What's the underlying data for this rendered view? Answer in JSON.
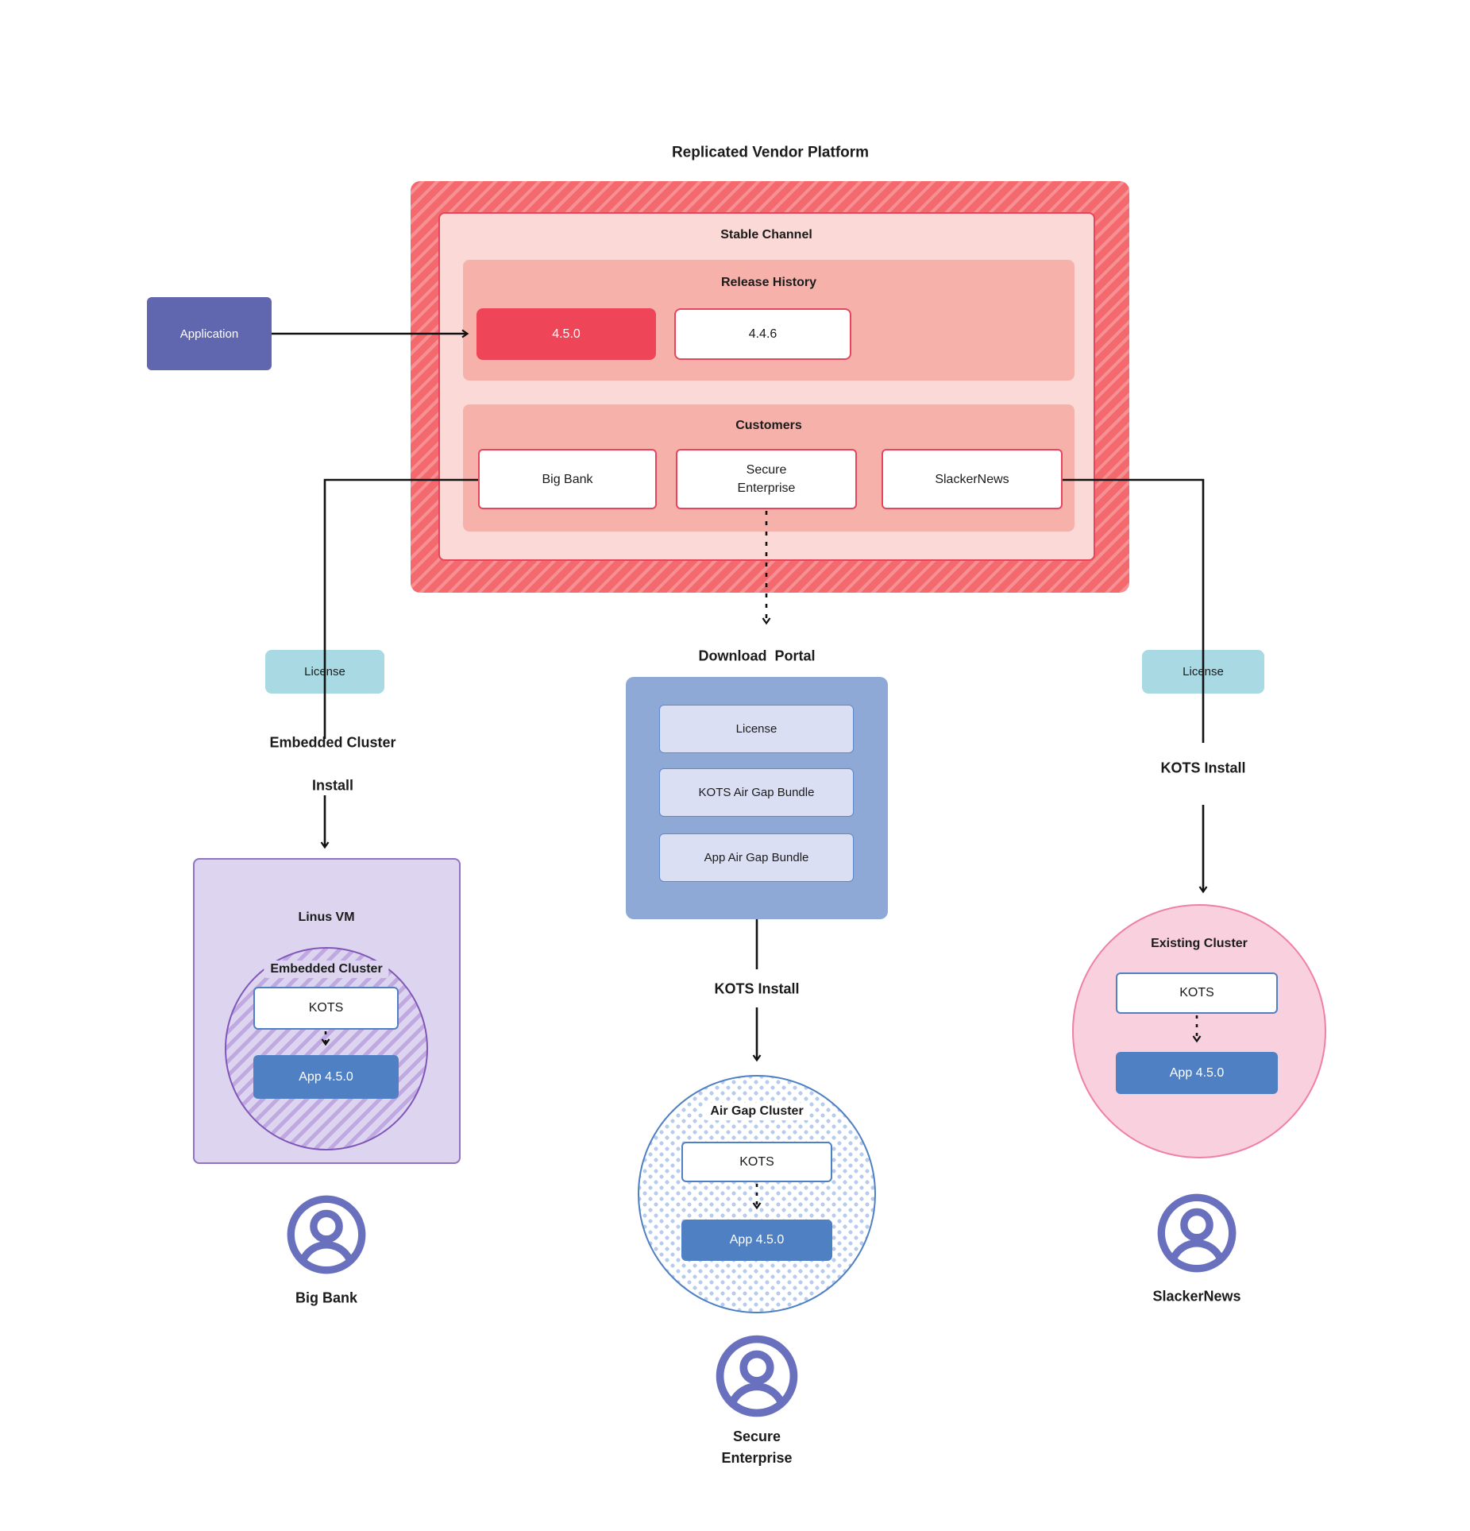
{
  "title": "Replicated Vendor Platform",
  "platform": {
    "stable_channel": "Stable Channel",
    "release_history": {
      "label": "Release History",
      "current": "4.5.0",
      "previous": "4.4.6"
    },
    "customers": {
      "label": "Customers",
      "big_bank": "Big Bank",
      "secure_line1": "Secure",
      "secure_line2": "Enterprise",
      "slackernews": "SlackerNews"
    }
  },
  "application": "Application",
  "left_flow": {
    "license": "License",
    "install_line1": "Embedded Cluster",
    "install_line2": "Install",
    "vm": "Linus VM",
    "cluster": "Embedded Cluster",
    "kots": "KOTS",
    "app": "App 4.5.0",
    "user": "Big Bank"
  },
  "middle_flow": {
    "portal_label": "Download  Portal",
    "portal_items": {
      "license": "License",
      "kots_bundle": "KOTS Air Gap Bundle",
      "app_bundle": "App Air Gap Bundle"
    },
    "install": "KOTS Install",
    "cluster": "Air Gap Cluster",
    "kots": "KOTS",
    "app": "App 4.5.0",
    "user_line1": "Secure",
    "user_line2": "Enterprise"
  },
  "right_flow": {
    "license": "License",
    "install": "KOTS Install",
    "cluster": "Existing Cluster",
    "kots": "KOTS",
    "app": "App 4.5.0",
    "user": "SlackerNews"
  },
  "colors": {
    "hatch_red": "#f3696d",
    "hatch_red_light": "#f69093",
    "pink_light": "#fad9d6",
    "salmon": "#f7b1ab",
    "release_red": "#ee4558",
    "red_border": "#e8455c",
    "application_purple": "#6167ae",
    "license_teal": "#a9dae4",
    "portal_blue": "#8fa9d6",
    "portal_item_bg": "#dbdff4",
    "app_blue": "#4f80c3",
    "vm_purple_bg": "#ddd5ef",
    "vm_purple_border": "#9272c2",
    "circle_purple_border": "#8057b8",
    "airgap_dot": "#b6cbee",
    "existing_pink_bg": "#f9d0dd",
    "existing_pink_border": "#f07fa8",
    "user_icon_purple": "#6970be",
    "line_black": "#111111"
  }
}
